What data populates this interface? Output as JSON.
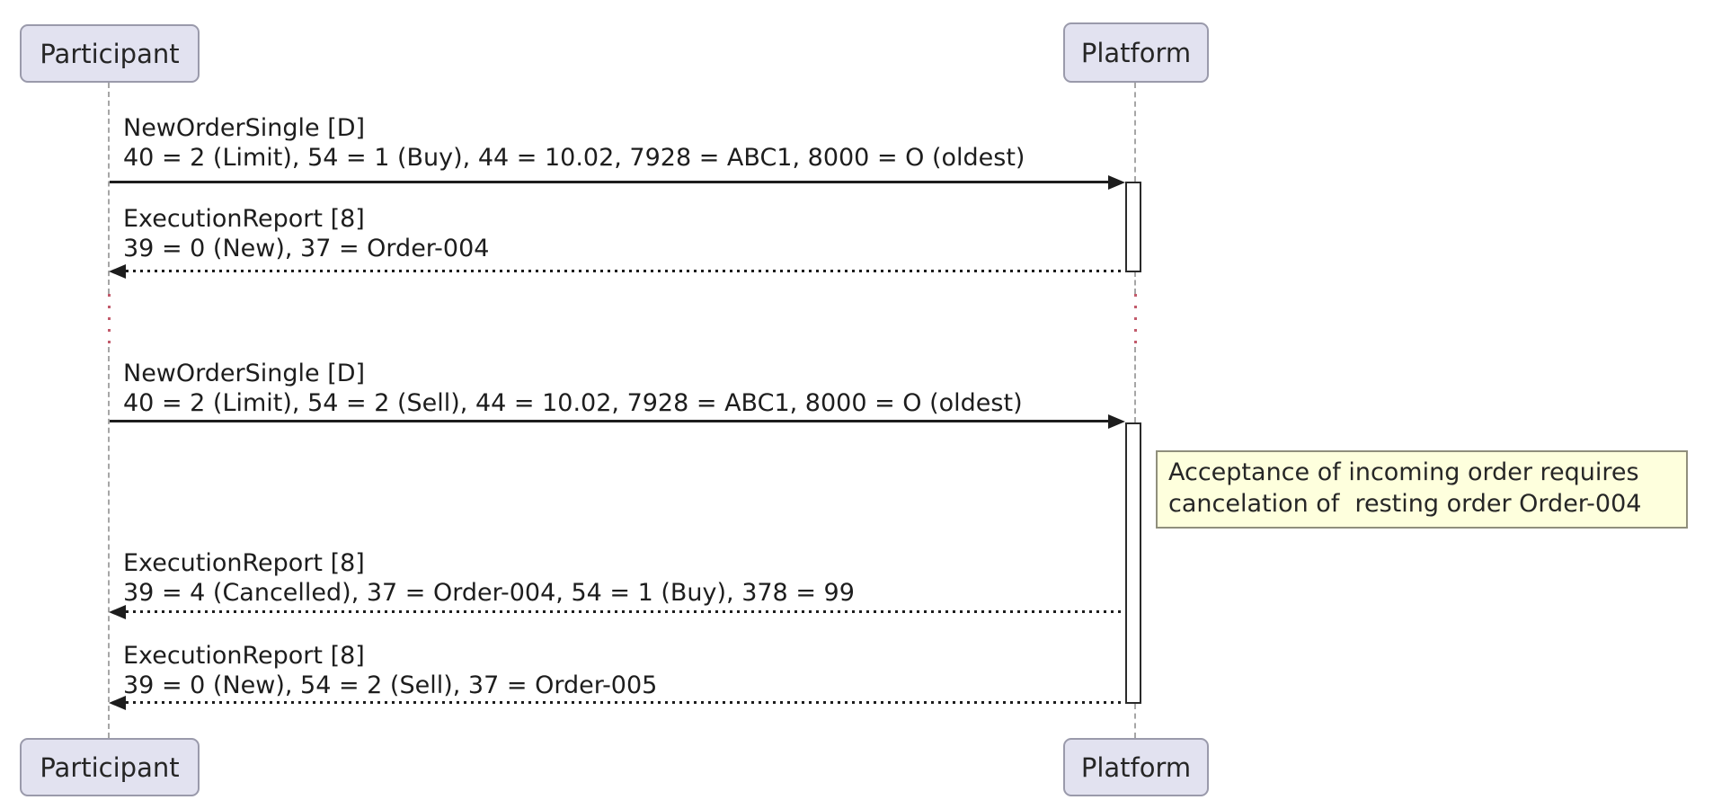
{
  "diagram": {
    "type": "sequence-diagram",
    "participants": [
      {
        "id": "participant",
        "label": "Participant"
      },
      {
        "id": "platform",
        "label": "Platform"
      }
    ],
    "messages": [
      {
        "from": "Participant",
        "to": "Platform",
        "style": "solid",
        "line1": "NewOrderSingle [D]",
        "line2": "40 = 2 (Limit), 54 = 1 (Buy), 44 = 10.02, 7928 = ABC1, 8000 = O (oldest)"
      },
      {
        "from": "Platform",
        "to": "Participant",
        "style": "dotted",
        "line1": "ExecutionReport [8]",
        "line2": "39 = 0 (New), 37 = Order-004"
      },
      {
        "from": "Participant",
        "to": "Platform",
        "style": "solid",
        "line1": "NewOrderSingle [D]",
        "line2": "40 = 2 (Limit), 54 = 2 (Sell), 44 = 10.02, 7928 = ABC1, 8000 = O (oldest)"
      },
      {
        "from": "Platform",
        "to": "Participant",
        "style": "dotted",
        "line1": "ExecutionReport [8]",
        "line2": "39 = 4 (Cancelled), 37 = Order-004, 54 = 1 (Buy), 378 = 99"
      },
      {
        "from": "Platform",
        "to": "Participant",
        "style": "dotted",
        "line1": "ExecutionReport [8]",
        "line2": "39 = 0 (New), 54 = 2 (Sell), 37 = Order-005"
      }
    ],
    "delay_indicator": {
      "present": true,
      "between": "message 2 and message 3"
    },
    "note": {
      "attached_to": "Platform",
      "line1": "Acceptance of incoming order requires",
      "line2": "cancelation of  resting order Order-004"
    },
    "colors": {
      "background": "#FFFFFF",
      "actor_fill": "#E2E2F0",
      "actor_border": "#9A9AAB",
      "arrow": "#1D1D1D",
      "lifeline": "#A6A6A6",
      "delay_dots": "#C25B6C",
      "note_fill": "#FEFFDD",
      "note_border": "#908F7C",
      "activation_fill": "#FFFFFF",
      "activation_border": "#2A2A2A"
    }
  }
}
